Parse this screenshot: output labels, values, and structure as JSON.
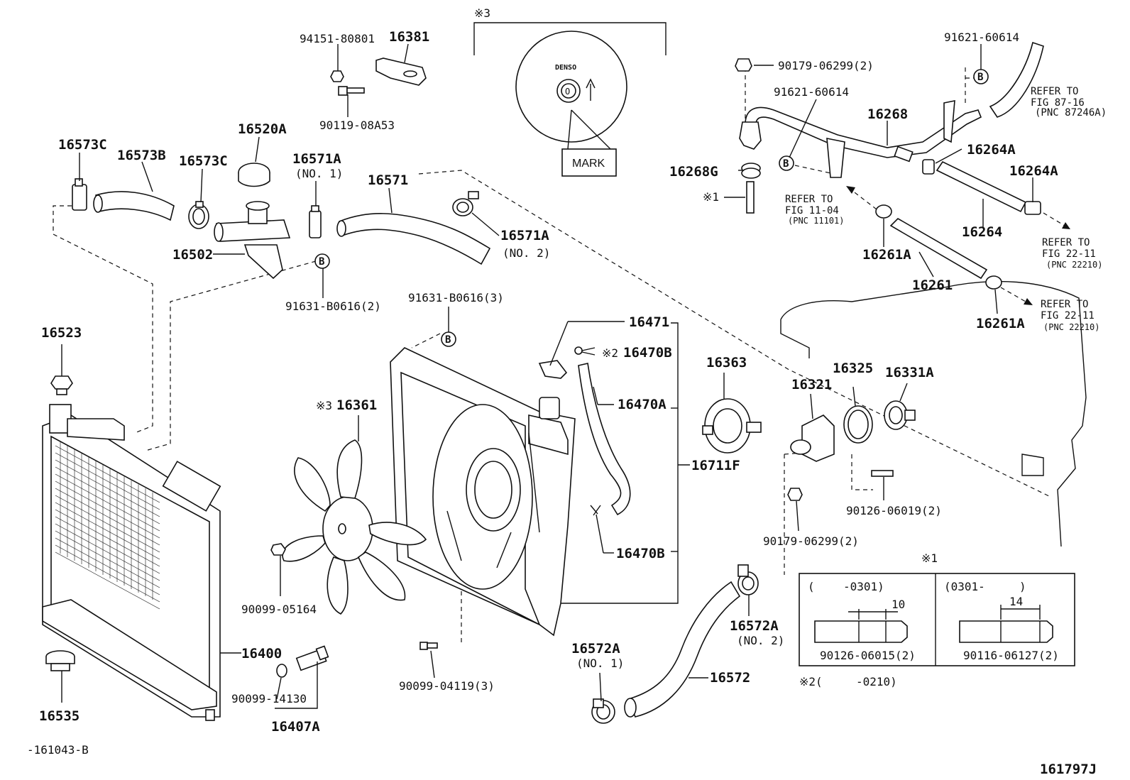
{
  "labels": {
    "p16573c_l": "16573C",
    "p16573b": "16573B",
    "p16573c_r": "16573C",
    "p16520a": "16520A",
    "p16571a_1": "16571A",
    "p16571a_1_note": "(NO. 1)",
    "p16571": "16571",
    "p16571a_2": "16571A",
    "p16571a_2_note": "(NO. 2)",
    "p16502": "16502",
    "p91631_b0616_2": "91631-B0616(2)",
    "p94151": "94151-80801",
    "p16381": "16381",
    "p90119": "90119-08A53",
    "ref3_top": "※3",
    "mark_brand": "DENSO",
    "mark_letter": "O",
    "mark_box": "MARK",
    "p90179_top": "90179-06299(2)",
    "p91621_a": "91621-60614",
    "p91621_b": "91621-60614",
    "p16268": "16268",
    "p16268g": "16268G",
    "p16264a_1": "16264A",
    "p16264a_2": "16264A",
    "p16264": "16264",
    "ref1_stud": "※1",
    "refer_87_1": "REFER TO",
    "refer_87_2": "FIG 87-16",
    "refer_87_3": "(PNC 87246A)",
    "refer_11_1": "REFER TO",
    "refer_11_2": "FIG 11-04",
    "refer_11_3": "(PNC 11101)",
    "refer_22a_1": "REFER TO",
    "refer_22a_2": "FIG 22-11",
    "refer_22a_3": "(PNC 22210)",
    "refer_22b_1": "REFER TO",
    "refer_22b_2": "FIG 22-11",
    "refer_22b_3": "(PNC 22210)",
    "p16261a_1": "16261A",
    "p16261": "16261",
    "p16261a_2": "16261A",
    "p16523": "16523",
    "p91631_b0616_3": "91631-B0616(3)",
    "p16471": "16471",
    "p16470b_top": "16470B",
    "ref2_small": "※2",
    "p16470a": "16470A",
    "p16361": "16361",
    "ref3_fan": "※3",
    "p16363": "16363",
    "p16321": "16321",
    "p16325": "16325",
    "p16331a": "16331A",
    "p16711f": "16711F",
    "p16470b_bot": "16470B",
    "p90126_06019": "90126-06019(2)",
    "p90179_bot": "90179-06299(2)",
    "p90099_05164": "90099-05164",
    "p90099_04119": "90099-04119(3)",
    "p16400": "16400",
    "p90099_14130": "90099-14130",
    "p16407a": "16407A",
    "p16535": "16535",
    "p16572a_1": "16572A",
    "p16572a_1_note": "(NO. 1)",
    "p16572": "16572",
    "p16572a_2": "16572A",
    "p16572a_2_note": "(NO. 2)",
    "ref1_box": "※1",
    "box_left_range_a": "(",
    "box_left_range_b": "-0301)",
    "box_right_range_a": "(0301-",
    "box_right_range_b": ")",
    "dim_10": "10",
    "dim_14": "14",
    "p90126_06015": "90126-06015(2)",
    "p90116_06127": "90116-06127(2)",
    "note2_a": "※2(",
    "note2_b": "-0210)",
    "footer_left": "-161043-B",
    "footer_right": "161797J",
    "b_marker": "B"
  }
}
